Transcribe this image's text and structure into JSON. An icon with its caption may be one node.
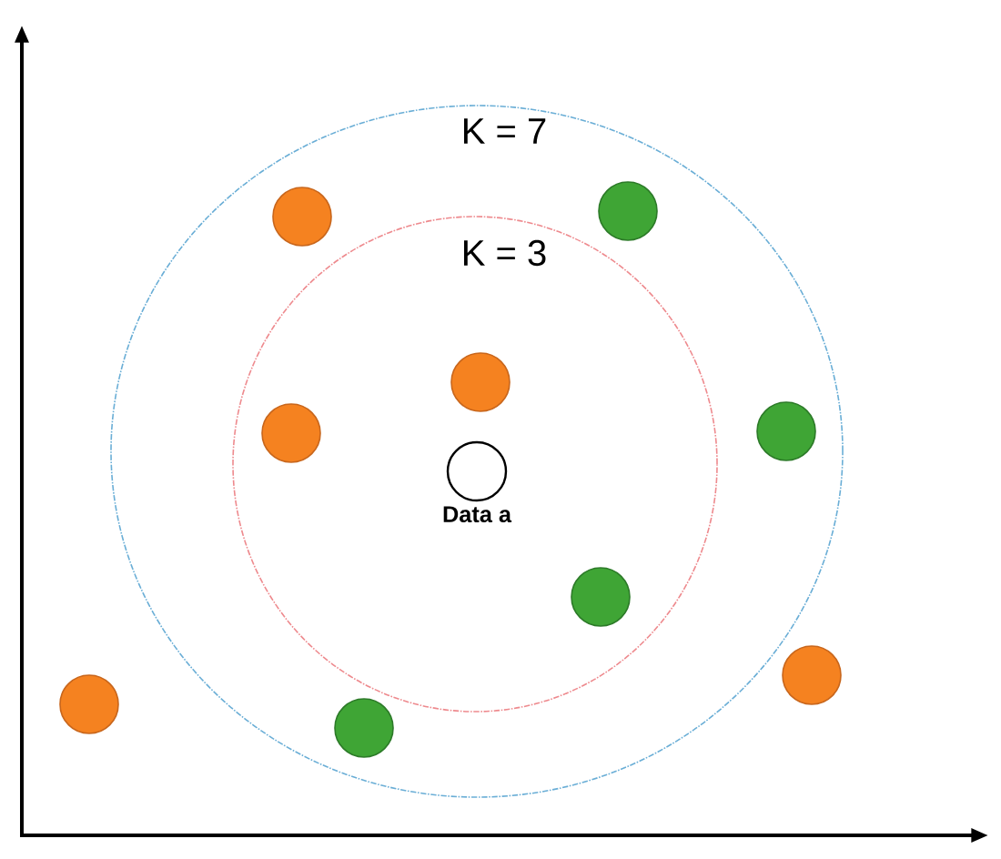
{
  "diagram": {
    "nodes": [
      {
        "text": [
          "K = 7"
        ]
      },
      {
        "text": [
          "K = 3"
        ],
        "in": 0
      },
      {
        "text": [],
        "shape": "circle",
        "in": 0
      },
      {
        "text": [],
        "shape": "circle",
        "in": 0
      },
      {
        "text": [],
        "shape": "circle",
        "in": 1
      },
      {
        "text": [],
        "shape": "circle",
        "in": 1
      },
      {
        "text": [],
        "shape": "circle",
        "in": 0
      },
      {
        "text": [],
        "shape": "circle",
        "in": 1,
        "beside": [
          "Data a"
        ]
      },
      {
        "text": [],
        "shape": "circle",
        "in": 1
      },
      {
        "text": [],
        "shape": "circle"
      },
      {
        "text": [],
        "shape": "circle"
      },
      {
        "text": [],
        "shape": "circle",
        "in": 0
      }
    ]
  }
}
